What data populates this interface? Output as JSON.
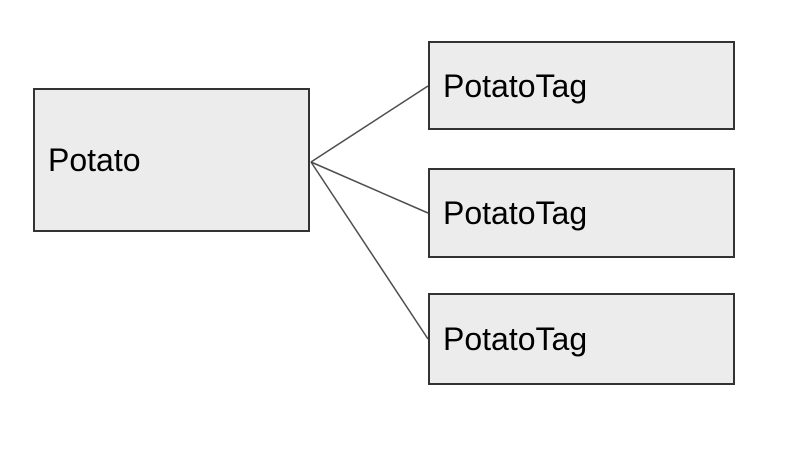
{
  "diagram": {
    "nodes": [
      {
        "id": "source",
        "label": "Potato"
      },
      {
        "id": "target-1",
        "label": "PotatoTag"
      },
      {
        "id": "target-2",
        "label": "PotatoTag"
      },
      {
        "id": "target-3",
        "label": "PotatoTag"
      }
    ],
    "edges": [
      {
        "from": "source",
        "to": "target-1"
      },
      {
        "from": "source",
        "to": "target-2"
      },
      {
        "from": "source",
        "to": "target-3"
      }
    ],
    "colors": {
      "background": "#ffffff",
      "node_fill": "#ececec",
      "node_border": "#333333",
      "connector": "#4d4d4d",
      "text": "#000000"
    }
  }
}
